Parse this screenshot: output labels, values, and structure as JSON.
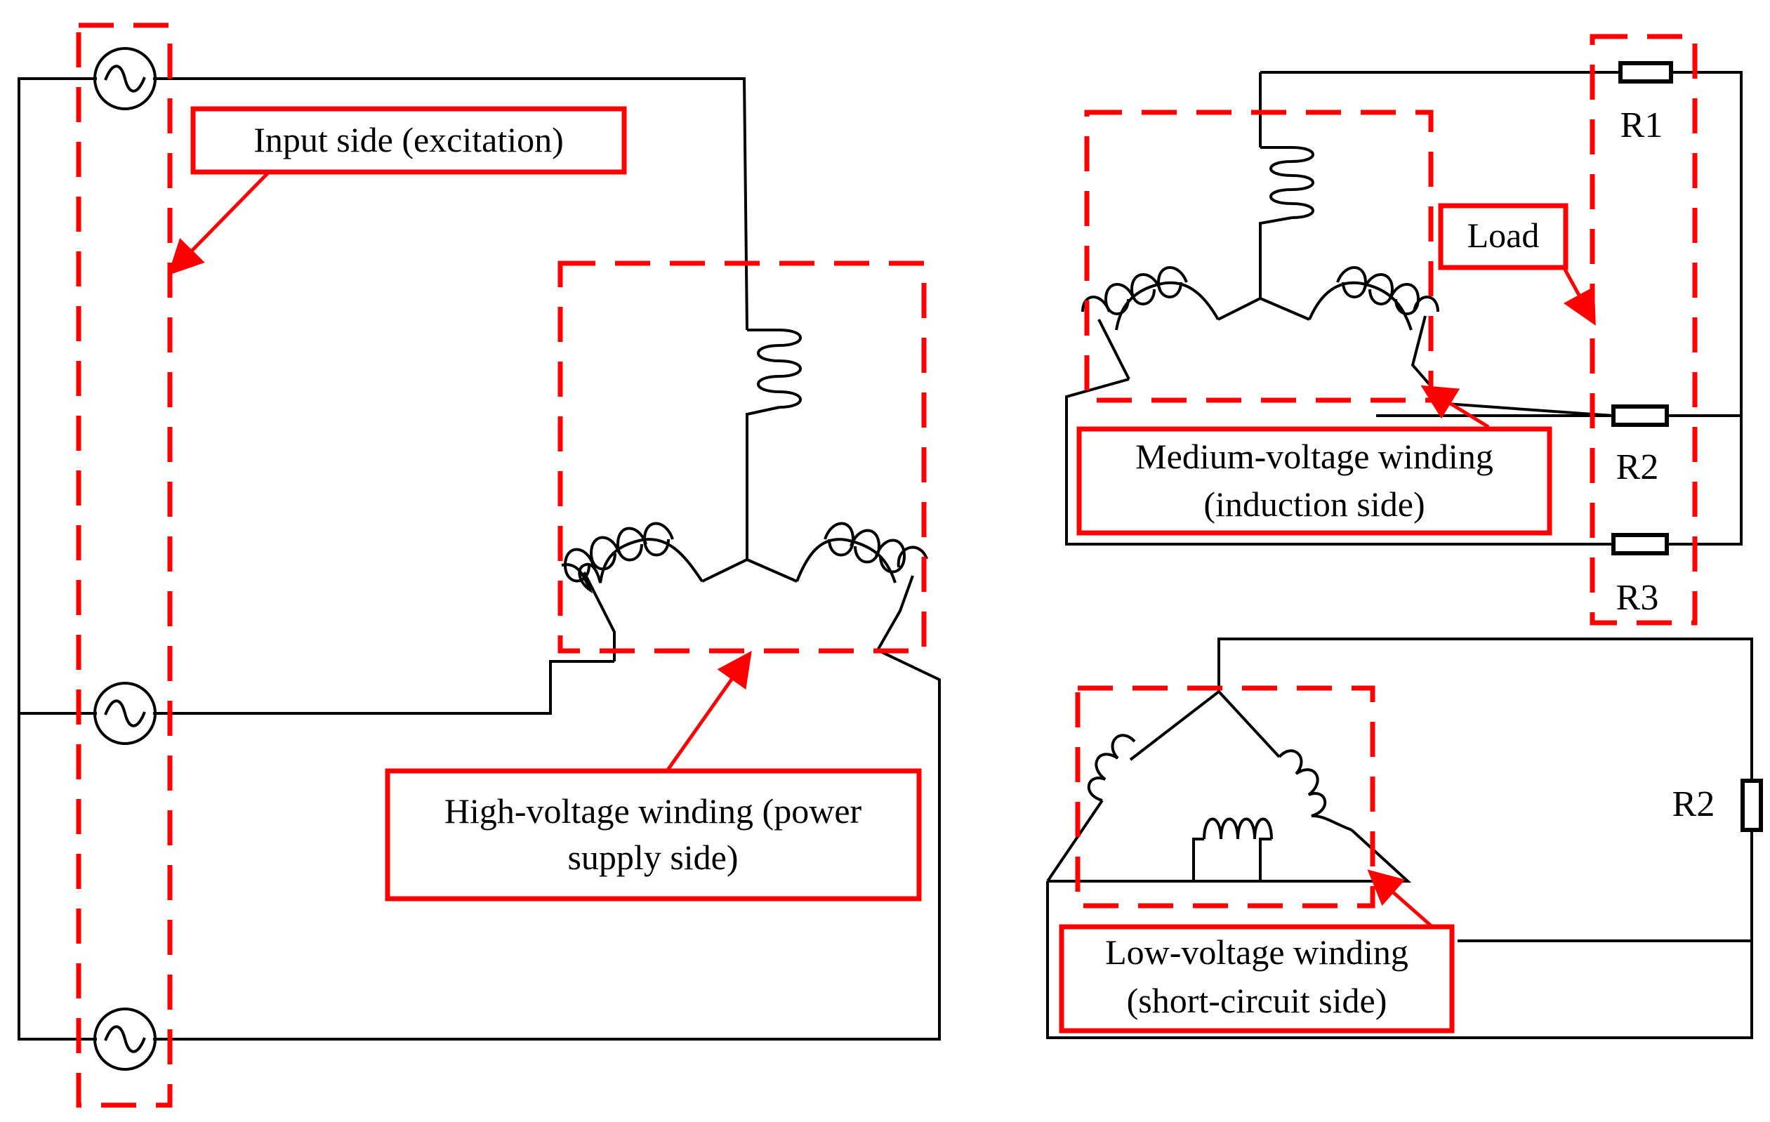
{
  "labels": {
    "input": "Input side (excitation)",
    "high_line1": "High-voltage winding (power",
    "high_line2": "supply side)",
    "medium_line1": "Medium-voltage winding",
    "medium_line2": "(induction side)",
    "low_line1": "Low-voltage winding",
    "low_line2": "(short-circuit side)",
    "load": "Load"
  },
  "resistors": {
    "r1": "R1",
    "r2_top": "R2",
    "r3": "R3",
    "r2_bottom": "R2"
  },
  "colors": {
    "annotation": "#ff0000",
    "wire": "#000000"
  },
  "icons": {
    "source": "ac-source-icon",
    "winding": "inductor-coil-icon",
    "resistor": "resistor-icon"
  }
}
